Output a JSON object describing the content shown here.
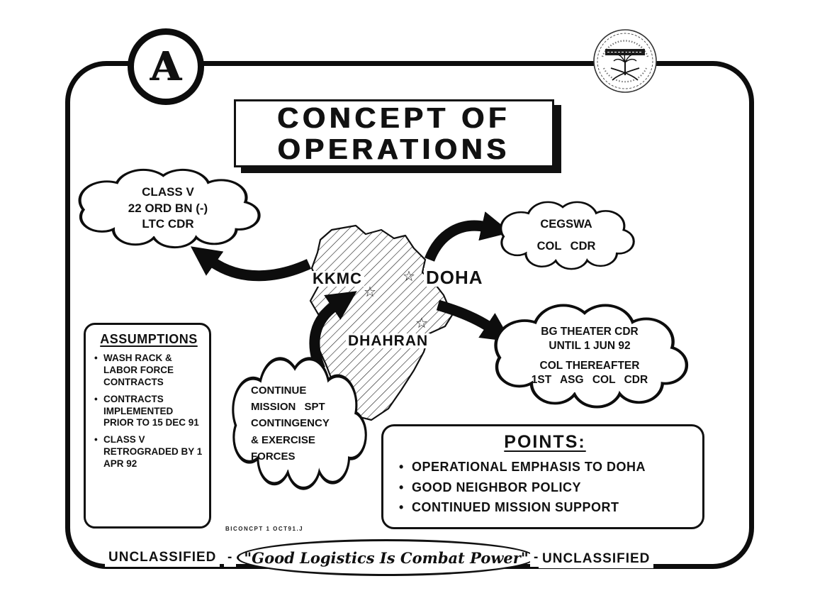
{
  "slide": {
    "corner_letter": "A",
    "title": {
      "line1": "CONCEPT OF",
      "line2": "OPERATIONS"
    },
    "caption": "BICONCPT 1 OCT91.J",
    "footer": {
      "left_label": "UNCLASSIFIED",
      "separator_left": "-",
      "motto": "\"Good Logistics Is Combat Power\"",
      "separator_right": "-",
      "right_label": "UNCLASSIFIED"
    }
  },
  "map": {
    "labels": {
      "kkmc": "KKMC",
      "doha": "DOHA",
      "dhahran": "DHAHRAN"
    },
    "star_icon": "☆"
  },
  "clouds": {
    "class_v": [
      "CLASS V",
      "22 ORD BN (-)",
      "LTC CDR"
    ],
    "cegswa": [
      "CEGSWA",
      "COL CDR"
    ],
    "bg_theater": [
      "BG THEATER CDR",
      "UNTIL 1 JUN 92",
      "COL THEREAFTER",
      "1ST ASG COL CDR"
    ],
    "continue_mission": [
      "CONTINUE",
      "MISSION SPT",
      "CONTINGENCY",
      "& EXERCISE",
      "FORCES"
    ]
  },
  "assumptions": {
    "title": "ASSUMPTIONS",
    "bullets": [
      "WASH RACK & LABOR FORCE CONTRACTS",
      "CONTRACTS IMPLEMENTED PRIOR TO 15 DEC 91",
      "CLASS V RETROGRADED BY 1 APR 92"
    ]
  },
  "points": {
    "title": "POINTS:",
    "bullets": [
      "OPERATIONAL EMPHASIS TO DOHA",
      "GOOD NEIGHBOR POLICY",
      "CONTINUED MISSION SUPPORT"
    ]
  }
}
